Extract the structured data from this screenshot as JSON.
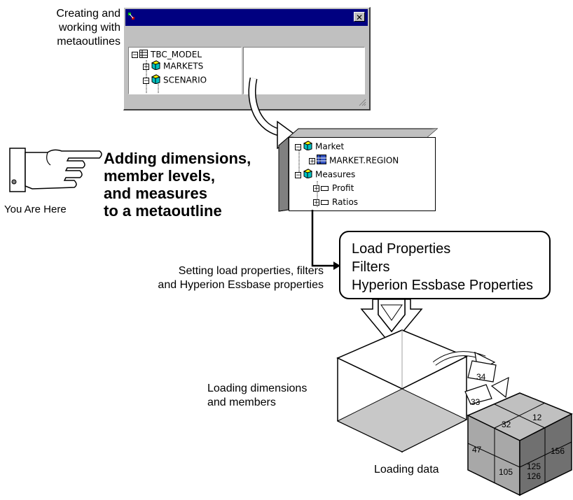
{
  "labels": {
    "creating": [
      "Creating and",
      "working with",
      "metaoutlines"
    ],
    "adding": [
      "Adding dimensions,",
      "member levels,",
      "and measures",
      "to a metaoutline"
    ],
    "you_are_here": "You Are Here",
    "setting": [
      "Setting load properties, filters",
      "and Hyperion Essbase properties"
    ],
    "loading_dims": [
      "Loading dimensions",
      "and members"
    ],
    "loading_data": "Loading data"
  },
  "window": {
    "close_glyph": "✕",
    "tree": [
      {
        "expander": "⊟",
        "label": "TBC_MODEL"
      },
      {
        "expander": "⊞",
        "label": "MARKETS"
      },
      {
        "expander": "⊟",
        "label": "SCENARIO"
      }
    ]
  },
  "panel2": {
    "tree": [
      {
        "expander": "⊟",
        "label": "Market"
      },
      {
        "expander": "⊞",
        "label": "MARKET.REGION"
      },
      {
        "expander": "⊟",
        "label": "Measures"
      },
      {
        "expander": "⊞",
        "label": "Profit"
      },
      {
        "expander": "⊞",
        "label": "Ratios"
      }
    ]
  },
  "properties_box": [
    "Load Properties",
    "Filters",
    "Hyperion Essbase Properties"
  ],
  "cube_numbers": {
    "arrow_34": "34",
    "arrow_33": "33",
    "top_left": "32",
    "top_right": "12",
    "left": "47",
    "right": "156",
    "bottom_left": "105",
    "bottom_right_1": "125",
    "bottom_right_2": "126"
  }
}
